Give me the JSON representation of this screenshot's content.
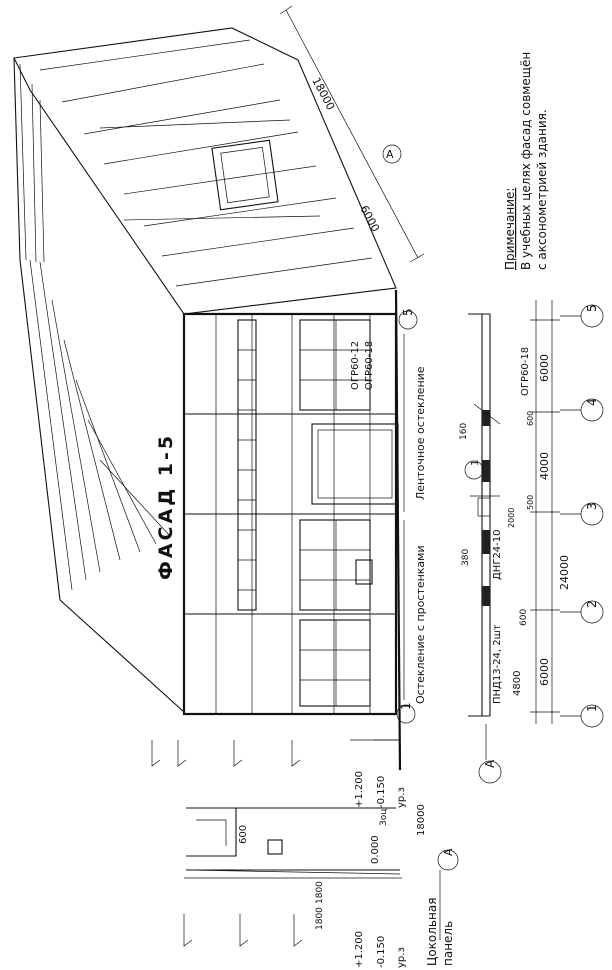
{
  "title": "ФАСАД 1-5",
  "note": {
    "heading": "Примечание:",
    "line1": "В учебных целях фасад совмещён",
    "line2": "с аксонометрией здания."
  },
  "facade_labels": {
    "glazing_with_piers": "Остекление с простенками",
    "ribbon_glazing": "Ленточное остекление",
    "window_top": "ОГР60-12",
    "window_bottom": "ОГР60-18"
  },
  "elevations": {
    "main_top": "+1.200",
    "main_mid": "-0.150",
    "main_ground": "ур.з",
    "section_top": "+1.200",
    "section_mid": "-0.150",
    "section_ground": "ур.з",
    "section_zero": "0.000"
  },
  "dimensions": {
    "iso_long": "18000",
    "iso_short": "6000",
    "plan_6000_a": "6000",
    "plan_24000": "24000",
    "plan_4800": "4800",
    "plan_600_a": "600",
    "plan_500": "500",
    "plan_2000": "2000",
    "plan_380": "380",
    "plan_4000": "4000",
    "plan_6000_b": "6000",
    "plan_160": "160",
    "plan_600_b": "600",
    "section_600": "600",
    "section_18000": "18000",
    "section_1800_a": "1800",
    "section_1800_b": "1800",
    "section_zone": "3оц"
  },
  "plan_labels": {
    "pnd": "ПНД13-24, 2шт",
    "dng": "ДНГ24-10",
    "ogr": "ОГР60-18",
    "wall_mark": "1"
  },
  "axes": {
    "a1": "1",
    "a2": "2",
    "a3": "3",
    "a4": "4",
    "a5": "5",
    "f1": "1",
    "f5": "5",
    "iso_a": "А",
    "plan_a": "А",
    "section_a": "А"
  },
  "section_label": {
    "line1": "Цокольная",
    "line2": "панель"
  }
}
